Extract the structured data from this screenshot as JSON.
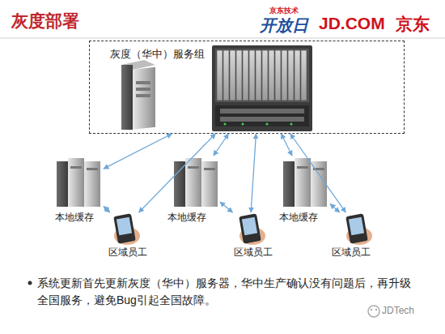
{
  "diagram": {
    "title": "灰度部署",
    "caption": "系统更新首先更新灰度（华中）服务器，华中生产确认没有问题后，再升级全国服务，避免Bug引起全国故障。",
    "nodes": [
      {
        "text": [
          "灰度（华中）服务组"
        ]
      },
      {
        "text": [
          "本地缓存"
        ]
      },
      {
        "text": [
          "本地缓存"
        ]
      },
      {
        "text": [
          "本地缓存"
        ]
      },
      {
        "text": [
          "区域员工"
        ]
      },
      {
        "text": [
          "区域员工"
        ]
      },
      {
        "text": [
          "区域员工"
        ]
      }
    ],
    "edges": [
      {
        "from": 0,
        "to": 1,
        "arrow": "both"
      },
      {
        "from": 0,
        "to": 2,
        "arrow": "both"
      },
      {
        "from": 0,
        "to": 3,
        "arrow": "both"
      },
      {
        "from": 4,
        "to": 1,
        "arrow": "both"
      },
      {
        "from": 4,
        "to": 0,
        "arrow": "both"
      },
      {
        "from": 5,
        "to": 2,
        "arrow": "both"
      },
      {
        "from": 5,
        "to": 0,
        "arrow": "both"
      },
      {
        "from": 6,
        "to": 3,
        "arrow": "both"
      },
      {
        "from": 6,
        "to": 0,
        "arrow": "both"
      }
    ],
    "labels": [
      "京东技术",
      "开放日",
      "JD.COM",
      "京东",
      "JDTech"
    ]
  }
}
